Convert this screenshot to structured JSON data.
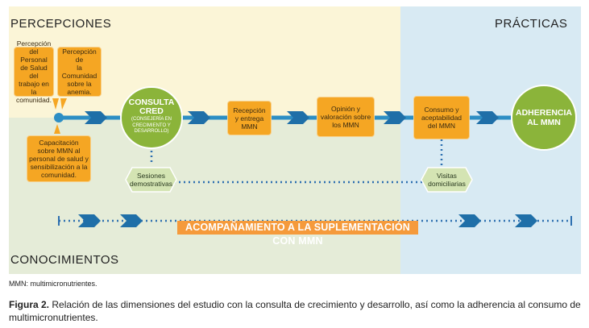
{
  "zones": {
    "percepciones": "PERCEPCIONES",
    "practicas": "PRÁCTICAS",
    "conocimientos": "CONOCIMIENTOS"
  },
  "boxes": {
    "percepcion_personal": [
      "Percepción",
      "del Personal",
      "de Salud del",
      "trabajo en la",
      "comunidad."
    ],
    "percepcion_comunidad": [
      "Percepción de",
      "la Comunidad",
      "sobre la",
      "anemia."
    ],
    "capacitacion": [
      "Capacitación",
      "sobre MMN al",
      "personal de salud y",
      "sensibilización a la",
      "comunidad."
    ],
    "recepcion": [
      "Recepción",
      "y entrega",
      "MMN"
    ],
    "opinion": [
      "Opinión y",
      "valoración sobre",
      "los MMN"
    ],
    "consumo": [
      "Consumo y",
      "aceptabilidad",
      "del MMN"
    ]
  },
  "circles": {
    "consulta_title": [
      "CONSULTA",
      "CRED"
    ],
    "consulta_sub": [
      "(CONSEJERÍA EN",
      "CRECIMIENTO Y",
      "DESARROLLO)"
    ],
    "adherencia": [
      "ADHERENCIA",
      "AL MMN"
    ]
  },
  "hexagons": {
    "sesiones": [
      "Sesiones",
      "demostrativas"
    ],
    "visitas": [
      "Visitas",
      "domiciliarias"
    ]
  },
  "banner": "ACOMPAÑAMIENTO A LA SUPLEMENTACIÓN CON MMN",
  "note": "MMN: multimicronutrientes.",
  "caption": {
    "label": "Figura 2.",
    "text": " Relación de las dimensiones del estudio con la consulta de crecimiento y desarrollo, así como la adherencia al consumo de multimicronutrientes."
  },
  "colors": {
    "percepciones_bg": "#fbf5d7",
    "practicas_bg": "#d8eaf3",
    "conocimientos_bg": "#e5ecd8",
    "flow_blue": "#2d8ec4",
    "box_orange": "#f5a623",
    "circle_green": "#8bb43a",
    "hex_green": "#d4e4b3"
  }
}
